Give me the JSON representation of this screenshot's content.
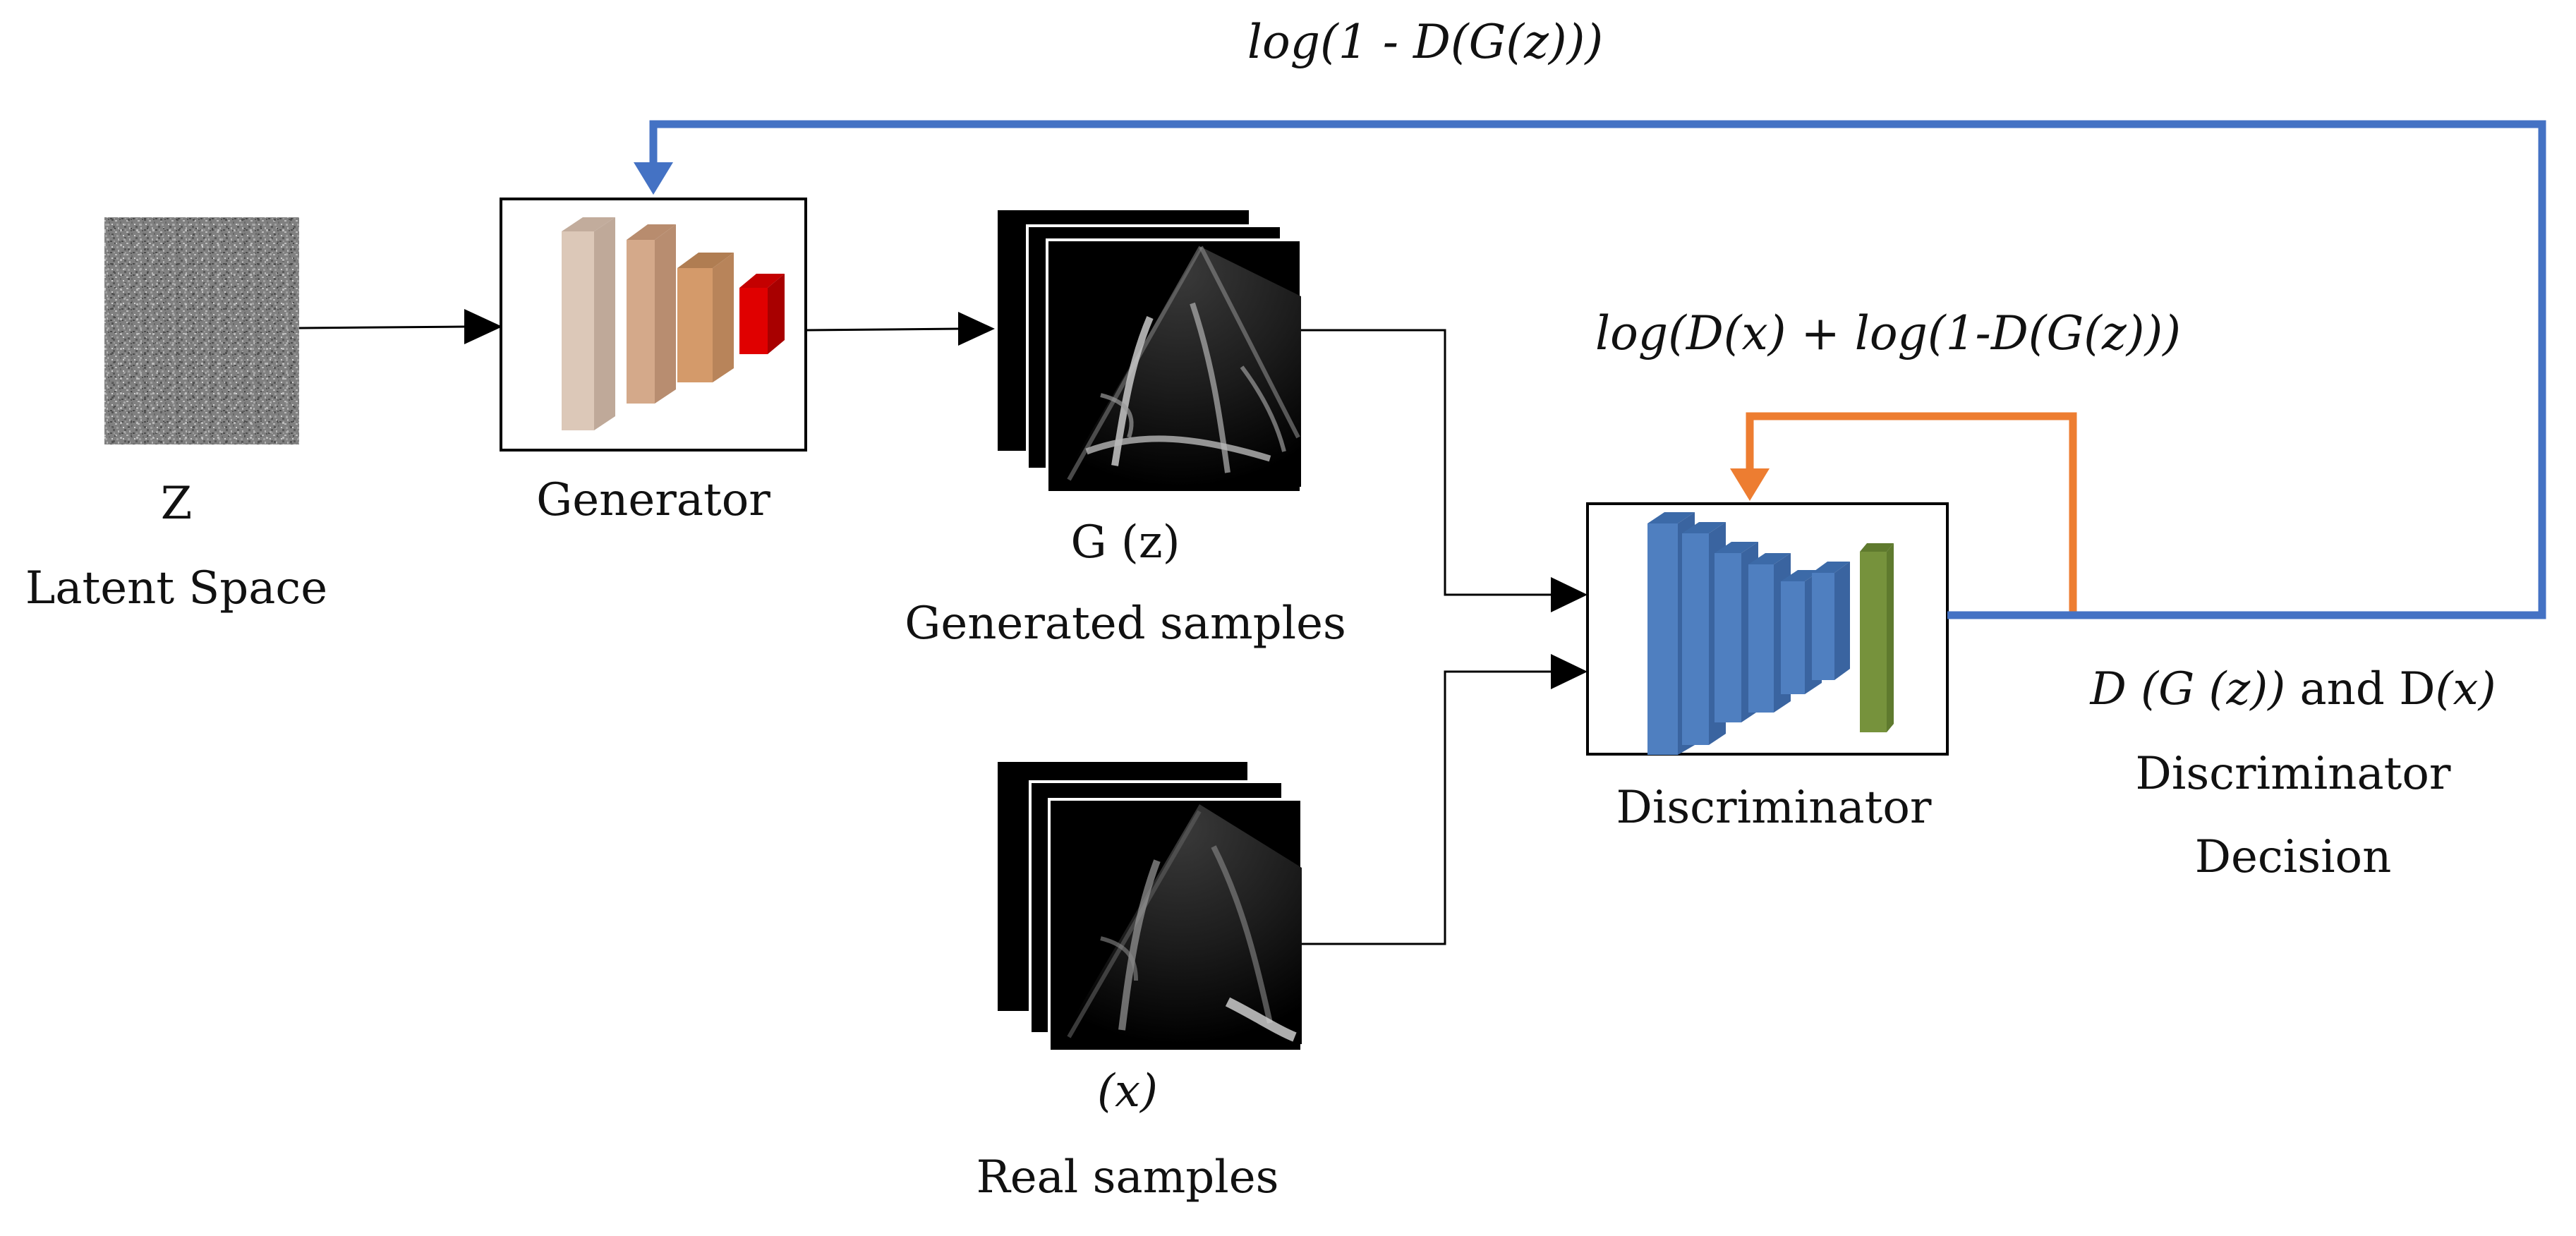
{
  "colors": {
    "generator_feedback": "#4472c4",
    "discriminator_feedback": "#ed7d31",
    "generator_layers": [
      "#dcc8b8",
      "#d4a98a",
      "#d49a6a",
      "#e00000"
    ],
    "discriminator_layers": "#4f7fc0",
    "discriminator_output": "#76923c"
  },
  "labels": {
    "generator_loss": "log(1 - D(G(z)))",
    "discriminator_loss": "log(D(x) + log(1-D(G(z)))",
    "latent_symbol": "Z",
    "latent_name": "Latent Space",
    "generator": "Generator",
    "generated_symbol": "G (z)",
    "generated_name": "Generated samples",
    "real_symbol": "(x)",
    "real_name": "Real samples",
    "discriminator": "Discriminator",
    "decision_part1": "D (G (z))",
    "decision_and": " and D",
    "decision_part2": "(x)",
    "decision_line2": "Discriminator",
    "decision_line3": "Decision"
  },
  "icons": {
    "latent": "noise-image-icon",
    "generator": "generator-network-icon",
    "discriminator": "discriminator-network-icon",
    "generated": "echocardiogram-stack-icon",
    "real": "echocardiogram-stack-icon"
  }
}
